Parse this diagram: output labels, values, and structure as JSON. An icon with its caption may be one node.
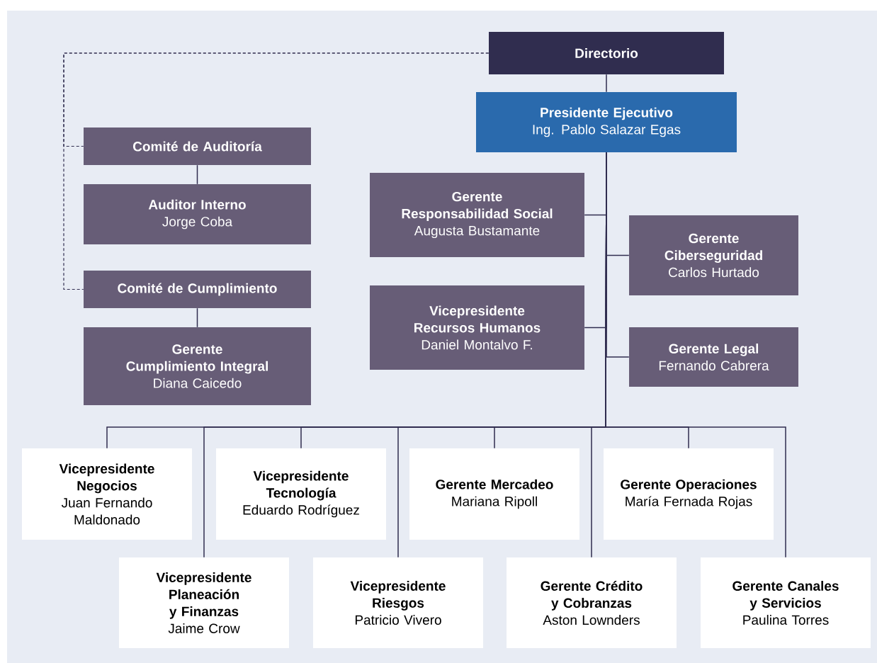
{
  "diagram": {
    "nodes": [
      {
        "text": [
          "Directorio"
        ]
      },
      {
        "text": [
          "Presidente Ejecutivo",
          "Ing. Pablo Salazar Egas"
        ]
      },
      {
        "text": [
          "Comité de Auditoría"
        ]
      },
      {
        "text": [
          "Auditor Interno",
          "Jorge Coba"
        ]
      },
      {
        "text": [
          "Comité de Cumplimiento"
        ]
      },
      {
        "text": [
          "Gerente Cumplimiento Integral",
          "Diana Caicedo"
        ]
      },
      {
        "text": [
          "Gerente Responsabilidad Social",
          "Augusta Bustamante"
        ]
      },
      {
        "text": [
          "Gerente Ciberseguridad",
          "Carlos Hurtado"
        ]
      },
      {
        "text": [
          "Vicepresidente Recursos Humanos",
          "Daniel Montalvo F."
        ]
      },
      {
        "text": [
          "Gerente Legal",
          "Fernando Cabrera"
        ]
      },
      {
        "text": [
          "Vicepresidente Negocios",
          "Juan Fernando Maldonado"
        ]
      },
      {
        "text": [
          "Vicepresidente Tecnología",
          "Eduardo Rodríguez"
        ]
      },
      {
        "text": [
          "Gerente Mercadeo",
          "Mariana Ripoll"
        ]
      },
      {
        "text": [
          "Gerente Operaciones",
          "María Fernada Rojas"
        ]
      },
      {
        "text": [
          "Vicepresidente Planeación y Finanzas",
          "Jaime Crow"
        ]
      },
      {
        "text": [
          "Vicepresidente Riesgos",
          "Patricio Vivero"
        ]
      },
      {
        "text": [
          "Gerente Crédito y Cobranzas",
          "Aston Lownders"
        ]
      },
      {
        "text": [
          "Gerente Canales y Servicios",
          "Paulina Torres"
        ]
      }
    ],
    "edges": [
      {
        "from": 0,
        "to": 1,
        "arrow": "none"
      },
      {
        "from": 0,
        "to": 2,
        "arrow": "none",
        "style": "dashed"
      },
      {
        "from": 0,
        "to": 4,
        "arrow": "none",
        "style": "dashed"
      },
      {
        "from": 2,
        "to": 3,
        "arrow": "none"
      },
      {
        "from": 4,
        "to": 5,
        "arrow": "none"
      },
      {
        "from": 1,
        "to": 6,
        "arrow": "none"
      },
      {
        "from": 1,
        "to": 7,
        "arrow": "none"
      },
      {
        "from": 1,
        "to": 8,
        "arrow": "none"
      },
      {
        "from": 1,
        "to": 9,
        "arrow": "none"
      },
      {
        "from": 1,
        "to": 10,
        "arrow": "none"
      },
      {
        "from": 1,
        "to": 14,
        "arrow": "none"
      },
      {
        "from": 1,
        "to": 11,
        "arrow": "none"
      },
      {
        "from": 1,
        "to": 15,
        "arrow": "none"
      },
      {
        "from": 1,
        "to": 12,
        "arrow": "none"
      },
      {
        "from": 1,
        "to": 16,
        "arrow": "none"
      },
      {
        "from": 1,
        "to": 13,
        "arrow": "none"
      },
      {
        "from": 1,
        "to": 17,
        "arrow": "none"
      }
    ]
  }
}
